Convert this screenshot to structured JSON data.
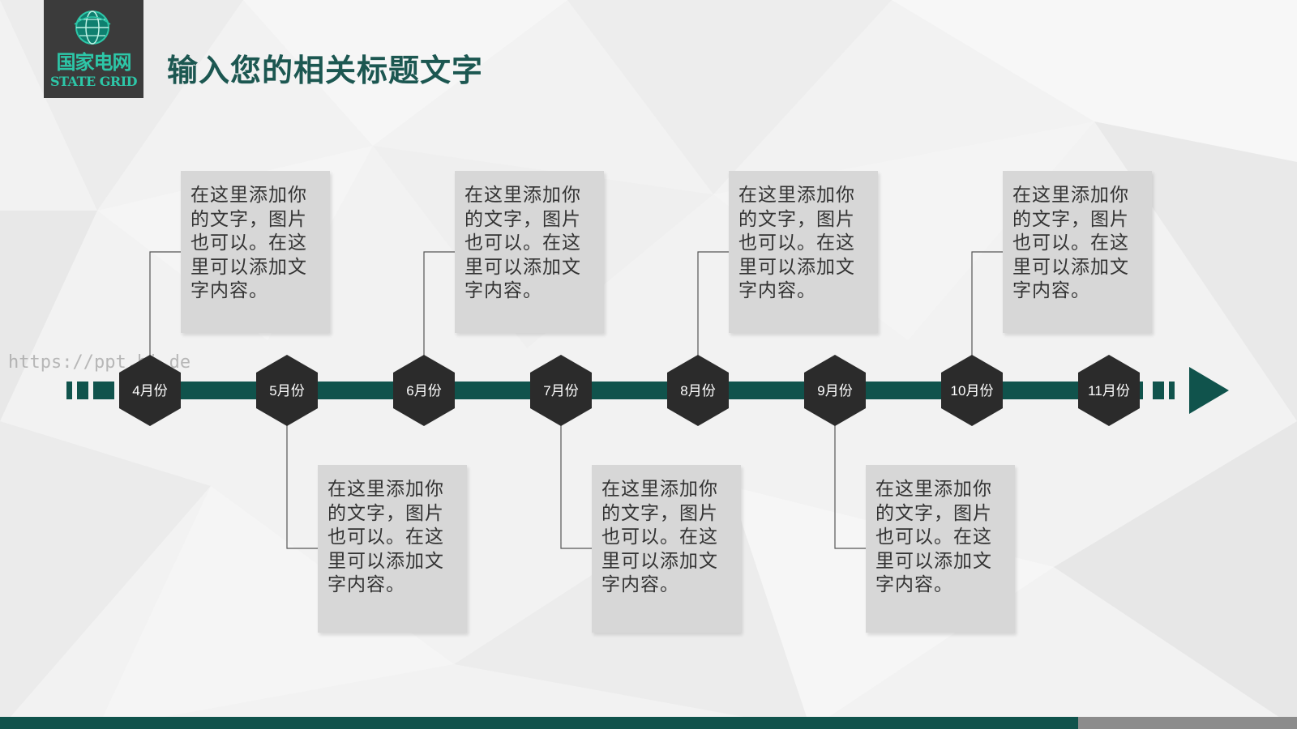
{
  "logo": {
    "name_cn": "国家电网",
    "name_en": "STATE GRID"
  },
  "title": "输入您的相关标题文字",
  "watermark": "https://ppt.hi.de",
  "colors": {
    "accent": "#10534c",
    "title": "#1c5751",
    "hexagon": "#2b2b2b",
    "card": "#d7d7d7",
    "logo_green": "#2dc7a8"
  },
  "timeline": {
    "months": [
      "4月份",
      "5月份",
      "6月份",
      "7月份",
      "8月份",
      "9月份",
      "10月份",
      "11月份"
    ],
    "cards_top": [
      "在这里添加你的文字，图片也可以。在这里可以添加文字内容。",
      "在这里添加你的文字，图片也可以。在这里可以添加文字内容。",
      "在这里添加你的文字，图片也可以。在这里可以添加文字内容。",
      "在这里添加你的文字，图片也可以。在这里可以添加文字内容。"
    ],
    "cards_bottom": [
      "在这里添加你的文字，图片也可以。在这里可以添加文字内容。",
      "在这里添加你的文字，图片也可以。在这里可以添加文字内容。",
      "在这里添加你的文字，图片也可以。在这里可以添加文字内容。"
    ]
  }
}
